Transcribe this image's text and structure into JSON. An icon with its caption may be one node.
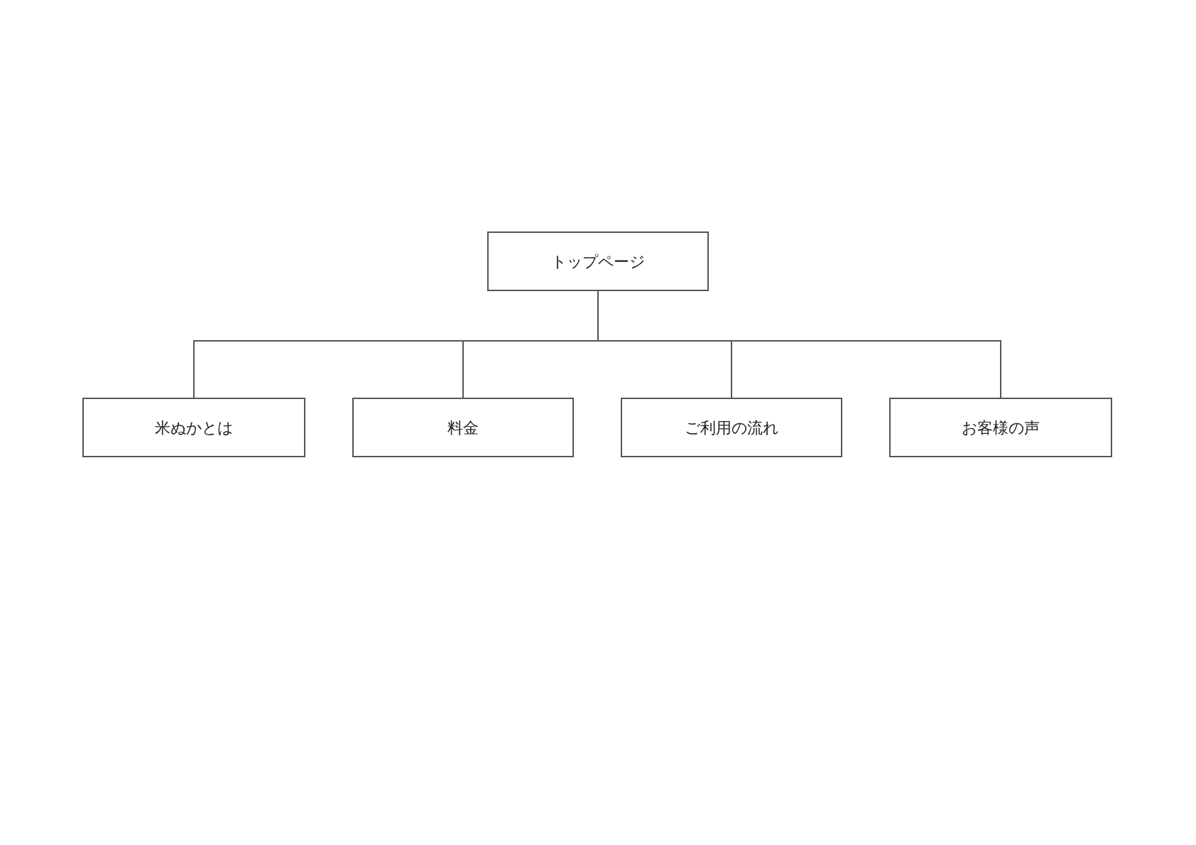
{
  "diagram": {
    "nodes": [
      {
        "text": [
          "トップページ"
        ]
      },
      {
        "text": [
          "米ぬかとは"
        ]
      },
      {
        "text": [
          "料金"
        ]
      },
      {
        "text": [
          "ご利用の流れ"
        ]
      },
      {
        "text": [
          "お客様の声"
        ]
      }
    ],
    "edges": [
      {
        "from": 0,
        "to": 1,
        "arrow": "none"
      },
      {
        "from": 0,
        "to": 2,
        "arrow": "none"
      },
      {
        "from": 0,
        "to": 3,
        "arrow": "none"
      },
      {
        "from": 0,
        "to": 4,
        "arrow": "none"
      }
    ]
  }
}
